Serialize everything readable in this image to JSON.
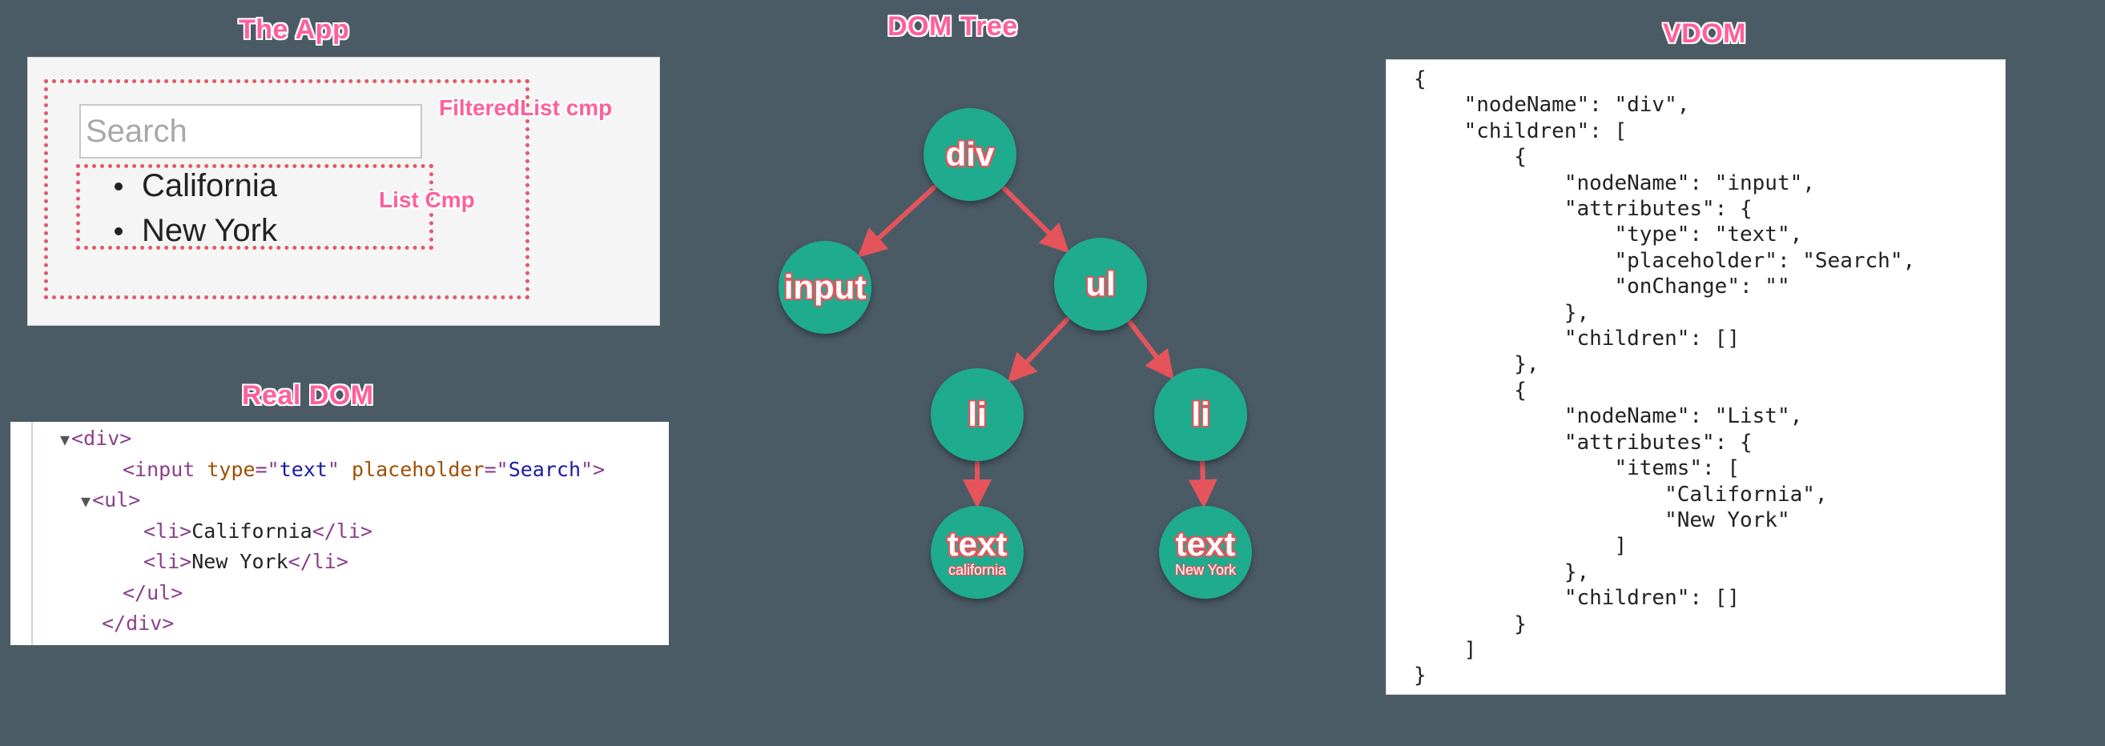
{
  "titles": {
    "app": "The App",
    "dom_tree": "DOM Tree",
    "vdom": "VDOM",
    "real_dom": "Real DOM"
  },
  "app": {
    "search_placeholder": "Search",
    "items": [
      "California",
      "New York"
    ],
    "labels": {
      "filtered_list": "FilteredList cmp",
      "list": "List Cmp"
    }
  },
  "real_dom": {
    "lines": [
      {
        "indent": 0,
        "toggle": "▼",
        "open": "<",
        "tag": "div",
        "close": ">"
      },
      {
        "indent": 1,
        "open": "<",
        "tag": "input",
        "attrs": [
          {
            "name": "type",
            "value": "text"
          },
          {
            "name": "placeholder",
            "value": "Search"
          }
        ],
        "close": ">"
      },
      {
        "indent": 0.5,
        "toggle": "▼",
        "open": "<",
        "tag": "ul",
        "close": ">"
      },
      {
        "indent": 1.5,
        "open": "<",
        "tag": "li",
        "close": ">",
        "text": "California",
        "end_tag": "li"
      },
      {
        "indent": 1.5,
        "open": "<",
        "tag": "li",
        "close": ">",
        "text": "New York",
        "end_tag": "li"
      },
      {
        "indent": 1,
        "open": "</",
        "tag": "ul",
        "close": ">"
      },
      {
        "indent": 0.5,
        "open": "</",
        "tag": "div",
        "close": ">"
      }
    ]
  },
  "dom_tree": {
    "nodes": [
      {
        "id": "div",
        "label": "div"
      },
      {
        "id": "input",
        "label": "input"
      },
      {
        "id": "ul",
        "label": "ul"
      },
      {
        "id": "li1",
        "label": "li"
      },
      {
        "id": "li2",
        "label": "li"
      },
      {
        "id": "text1",
        "label": "text",
        "sub": "california"
      },
      {
        "id": "text2",
        "label": "text",
        "sub": "New York"
      }
    ],
    "edges": [
      [
        "div",
        "input"
      ],
      [
        "div",
        "ul"
      ],
      [
        "ul",
        "li1"
      ],
      [
        "ul",
        "li2"
      ],
      [
        "li1",
        "text1"
      ],
      [
        "li2",
        "text2"
      ]
    ],
    "node_color": "#1fab8e",
    "edge_color": "#e5545b"
  },
  "vdom": {
    "code": "{\n    \"nodeName\": \"div\",\n    \"children\": [\n        {\n            \"nodeName\": \"input\",\n            \"attributes\": {\n                \"type\": \"text\",\n                \"placeholder\": \"Search\",\n                \"onChange\": \"\"\n            },\n            \"children\": []\n        },\n        {\n            \"nodeName\": \"List\",\n            \"attributes\": {\n                \"items\": [\n                    \"California\",\n                    \"New York\"\n                ]\n            },\n            \"children\": []\n        }\n    ]\n}"
  },
  "colors": {
    "background": "#4b5b66",
    "title_pink": "#ff5f9a",
    "dotted_red": "#e25b68"
  }
}
